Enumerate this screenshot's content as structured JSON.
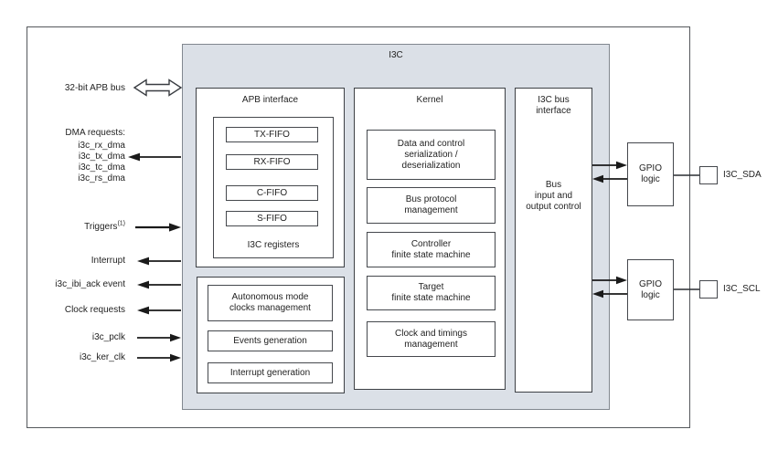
{
  "colors": {
    "block_fill": "#dbe0e7",
    "box_border": "#3d4045",
    "outer_border": "#55585c",
    "arrow": "#1a1a1a",
    "text": "#232323"
  },
  "diagram": {
    "title": "I3C",
    "left_signals": {
      "apb_bus": "32-bit APB bus",
      "dma_heading": "DMA requests:",
      "dma_items": [
        "i3c_rx_dma",
        "i3c_tx_dma",
        "i3c_tc_dma",
        "i3c_rs_dma"
      ],
      "triggers": "Triggers",
      "triggers_sup": "(1)",
      "interrupt": "Interrupt",
      "ibi_ack": "i3c_ibi_ack event",
      "clock_requests": "Clock requests",
      "pclk": "i3c_pclk",
      "ker_clk": "i3c_ker_clk"
    },
    "apb_interface": {
      "title": "APB interface",
      "fifos": [
        "TX-FIFO",
        "RX-FIFO",
        "C-FIFO",
        "S-FIFO"
      ],
      "registers_label": "I3C registers"
    },
    "clocks_section": {
      "items": [
        "Autonomous mode\nclocks management",
        "Events generation",
        "Interrupt generation"
      ]
    },
    "kernel": {
      "title": "Kernel",
      "items": [
        "Data and control\nserialization /\ndeserialization",
        "Bus protocol\nmanagement",
        "Controller\nfinite state machine",
        "Target\nfinite state machine",
        "Clock and timings\nmanagement"
      ]
    },
    "bus_interface": {
      "title": "I3C bus\ninterface",
      "body": "Bus\ninput and\noutput control"
    },
    "right": {
      "gpio_top": "GPIO\nlogic",
      "gpio_bottom": "GPIO\nlogic",
      "pin_sda": "I3C_SDA",
      "pin_scl": "I3C_SCL"
    }
  }
}
